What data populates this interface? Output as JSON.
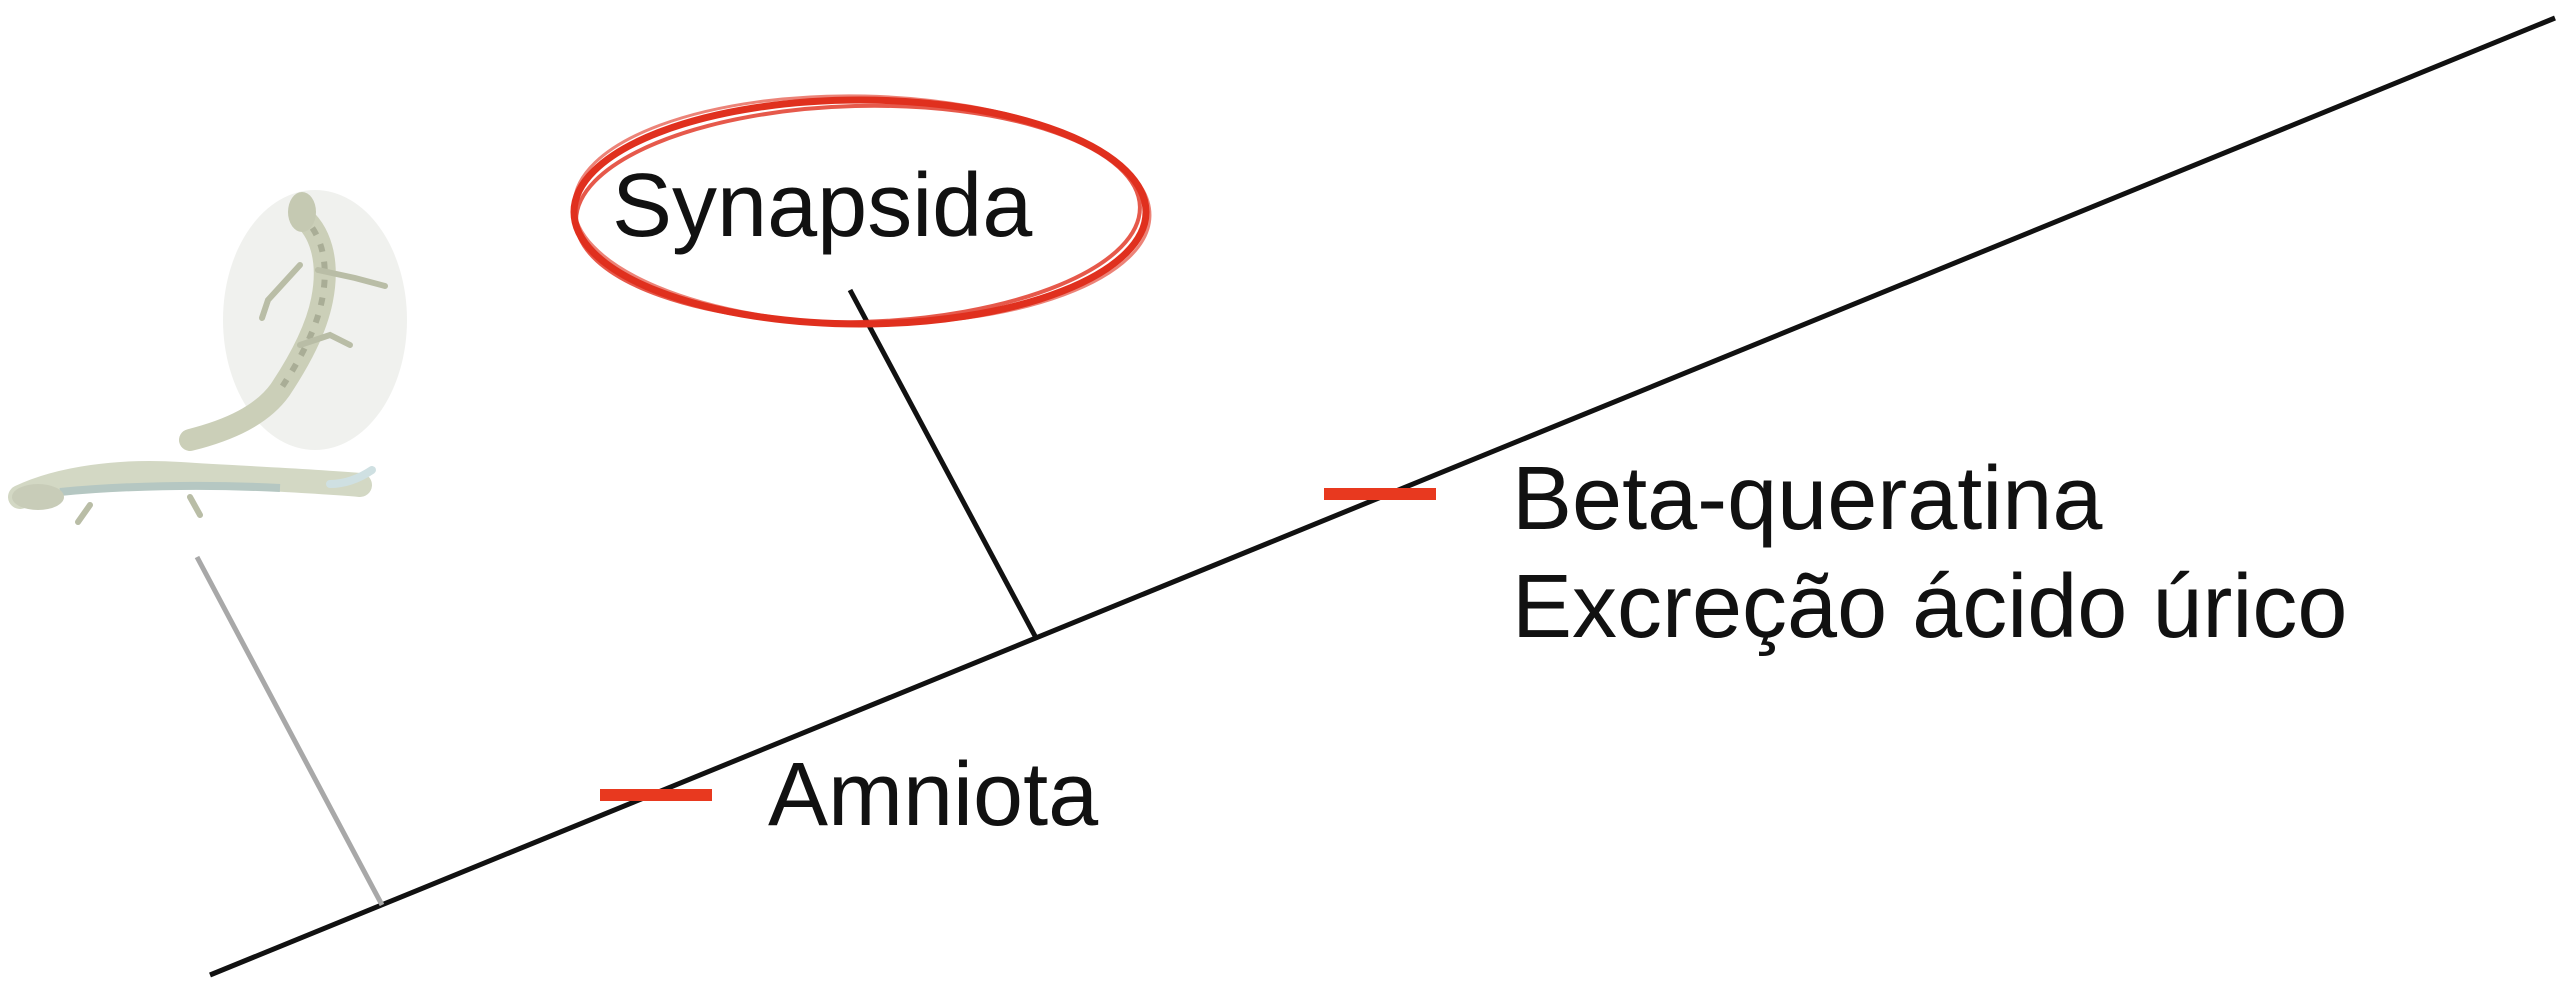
{
  "diagram": {
    "clade_labels": {
      "synapsida": "Synapsida",
      "amniota": "Amniota"
    },
    "synapomorphies": {
      "line1": "Beta-queratina",
      "line2": "Excreção ácido úrico"
    },
    "colors": {
      "branch": "#111111",
      "faded_branch": "#a8a8a8",
      "character_mark": "#e8391f",
      "highlight_circle": "#e0301e"
    },
    "icons": {
      "lizard_top": "lizard-illustration",
      "lizard_bottom": "lizard-illustration"
    }
  }
}
